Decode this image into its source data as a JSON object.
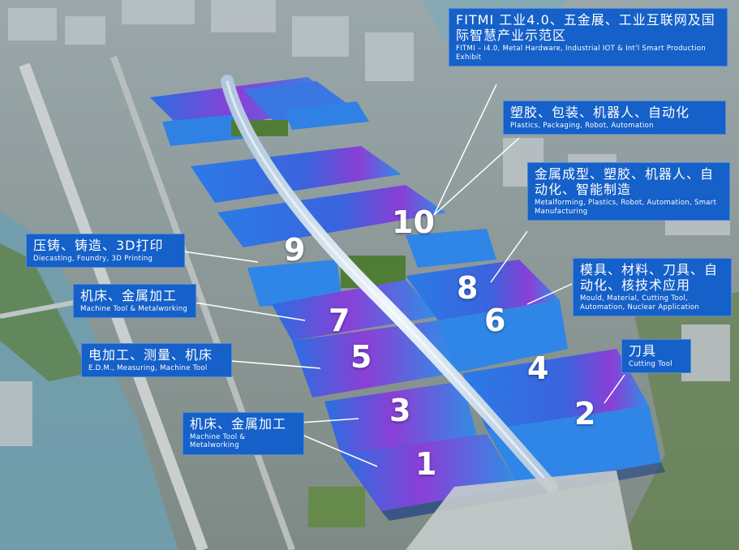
{
  "callouts": [
    {
      "id": "fitmi",
      "zh": "FITMI 工业4.0、五金展、工业互联网及国际智慧产业示范区",
      "en": "FITMI – i4.0, Metal Hardware, Industrial IOT & Int'l Smart Production Exhibit"
    },
    {
      "id": "plastics",
      "zh": "塑胶、包装、机器人、自动化",
      "en": "Plastics, Packaging, Robot, Automation"
    },
    {
      "id": "metalforming",
      "zh": "金属成型、塑胶、机器人、自动化、智能制造",
      "en": "Metalforming, Plastics, Robot, Automation, Smart Manufacturing"
    },
    {
      "id": "diecasting",
      "zh": "压铸、铸造、3D打印",
      "en": "Diecasting, Foundry, 3D Printing"
    },
    {
      "id": "machine-tool-upper",
      "zh": "机床、金属加工",
      "en": "Machine Tool & Metalworking"
    },
    {
      "id": "mould",
      "zh": "模具、材料、刀具、自动化、核技术应用",
      "en": "Mould, Material, Cutting Tool, Automation, Nuclear Application"
    },
    {
      "id": "edm",
      "zh": "电加工、测量、机床",
      "en": "E.D.M., Measuring, Machine Tool"
    },
    {
      "id": "cutting-tool",
      "zh": "刀具",
      "en": "Cutting Tool"
    },
    {
      "id": "machine-tool-lower",
      "zh": "机床、金属加工",
      "en": "Machine Tool & Metalworking"
    }
  ],
  "halls": [
    "1",
    "2",
    "3",
    "4",
    "5",
    "6",
    "7",
    "8",
    "9",
    "10"
  ],
  "colors": {
    "callout_bg": "#1560c9",
    "roof_blue": "#2a6fe0",
    "roof_purple": "#8a3fd6",
    "walkway": "#d9e6f2",
    "greenery": "#5b7d3a",
    "water": "#6f9fb0"
  }
}
